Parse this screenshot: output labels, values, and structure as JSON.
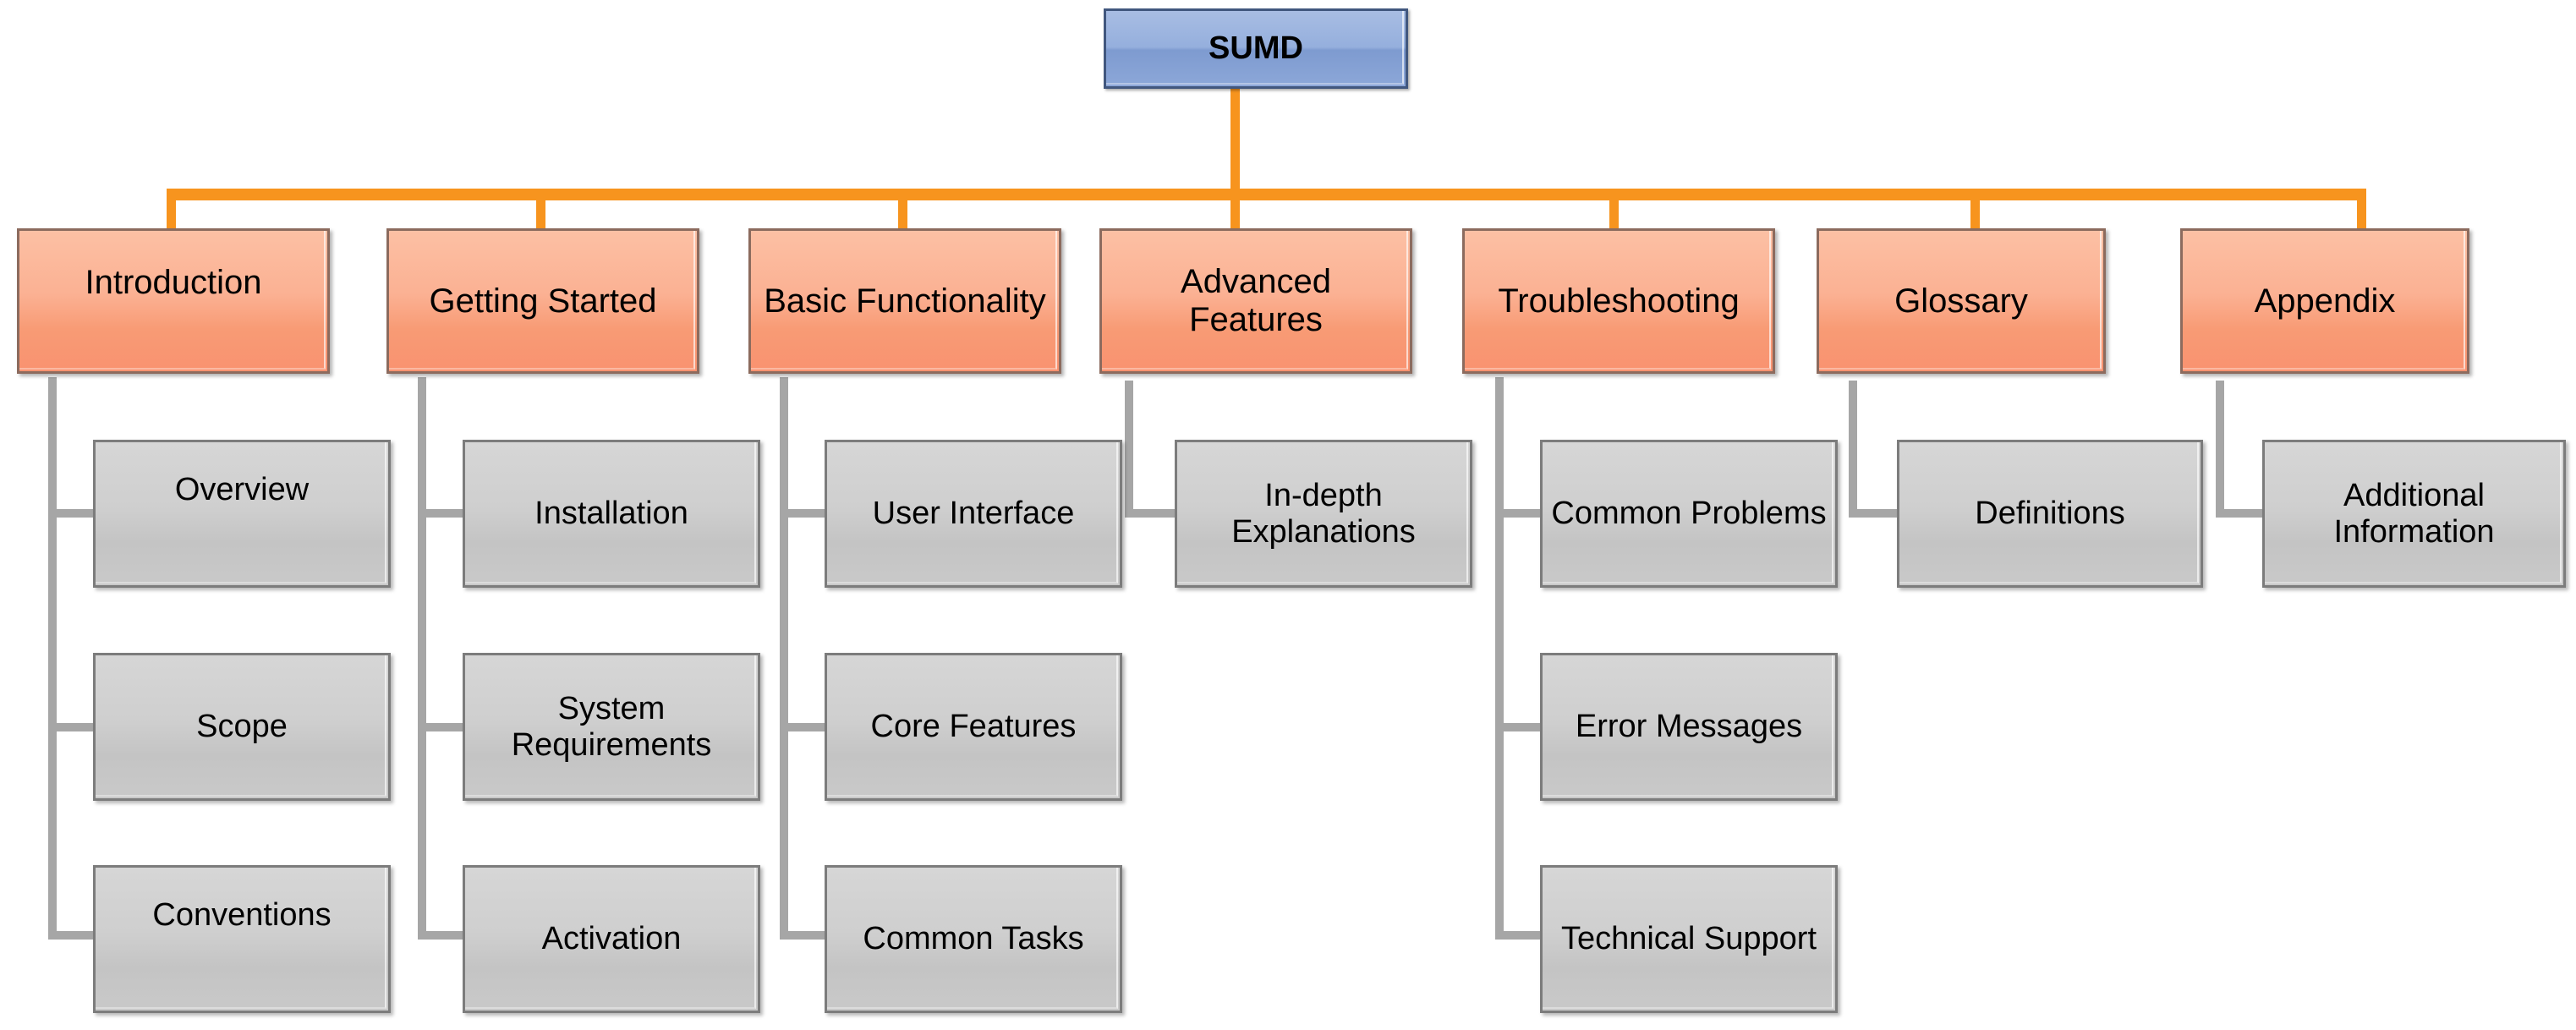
{
  "diagram": {
    "title": "SUMD",
    "type": "hierarchy-org-chart",
    "colors": {
      "root_fill": "#8CA7D8",
      "root_border": "#41577E",
      "level1_fill": "#FBB193",
      "level1_border": "#8C6B5E",
      "level1_connector": "#F7941E",
      "level2_fill": "#CCCCCC",
      "level2_border": "#7C7C7C",
      "level2_connector": "#A6A6A6",
      "text": "#000000",
      "background": "#FFFFFF"
    },
    "root": {
      "label": "SUMD"
    },
    "branches": [
      {
        "label": "Introduction",
        "children": [
          {
            "label": "Overview"
          },
          {
            "label": "Scope"
          },
          {
            "label": "Conventions"
          }
        ]
      },
      {
        "label": "Getting Started",
        "children": [
          {
            "label": "Installation"
          },
          {
            "label": "System Requirements"
          },
          {
            "label": "Activation"
          }
        ]
      },
      {
        "label": "Basic Functionality",
        "children": [
          {
            "label": "User Interface"
          },
          {
            "label": "Core Features"
          },
          {
            "label": "Common Tasks"
          }
        ]
      },
      {
        "label": "Advanced Features",
        "children": [
          {
            "label": "In-depth Explanations"
          }
        ]
      },
      {
        "label": "Troubleshooting",
        "children": [
          {
            "label": "Common Problems"
          },
          {
            "label": "Error Messages"
          },
          {
            "label": "Technical Support"
          }
        ]
      },
      {
        "label": "Glossary",
        "children": [
          {
            "label": "Definitions"
          }
        ]
      },
      {
        "label": "Appendix",
        "children": [
          {
            "label": "Additional Information"
          }
        ]
      }
    ]
  }
}
